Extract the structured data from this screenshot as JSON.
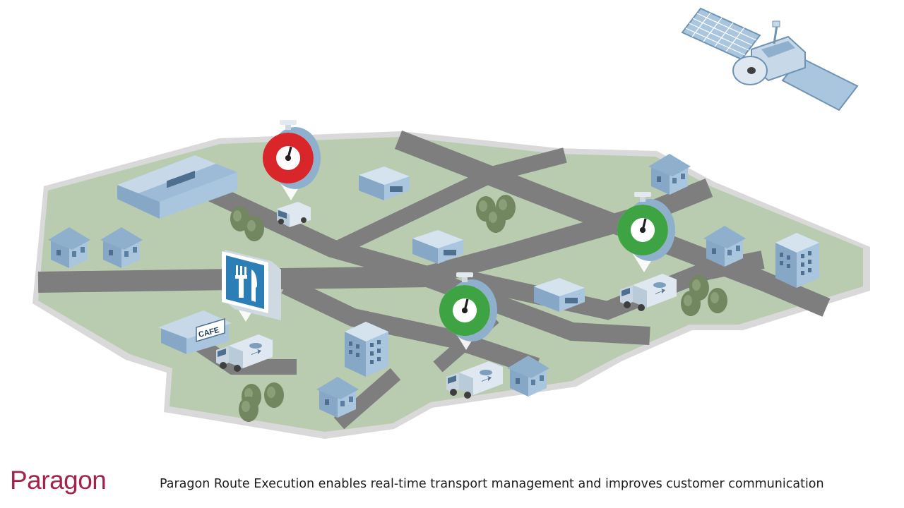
{
  "brand": {
    "name": "Paragon",
    "color": "#a3234a"
  },
  "caption": "Paragon Route Execution enables real-time transport management and improves customer communication",
  "signs": {
    "cafe": "CAFE"
  },
  "icons": [
    "satellite-icon",
    "stopwatch-icon",
    "restaurant-sign-icon",
    "truck-icon",
    "van-icon"
  ],
  "colors": {
    "ground": "#b9ccb0",
    "ground_edge": "#d9d9d9",
    "road": "#7e7e7e",
    "building": "#a9c6de",
    "building_dark": "#7d9fbd",
    "tree": "#72865f",
    "timer_late": "#d9262b",
    "timer_on_time": "#3ea443"
  }
}
